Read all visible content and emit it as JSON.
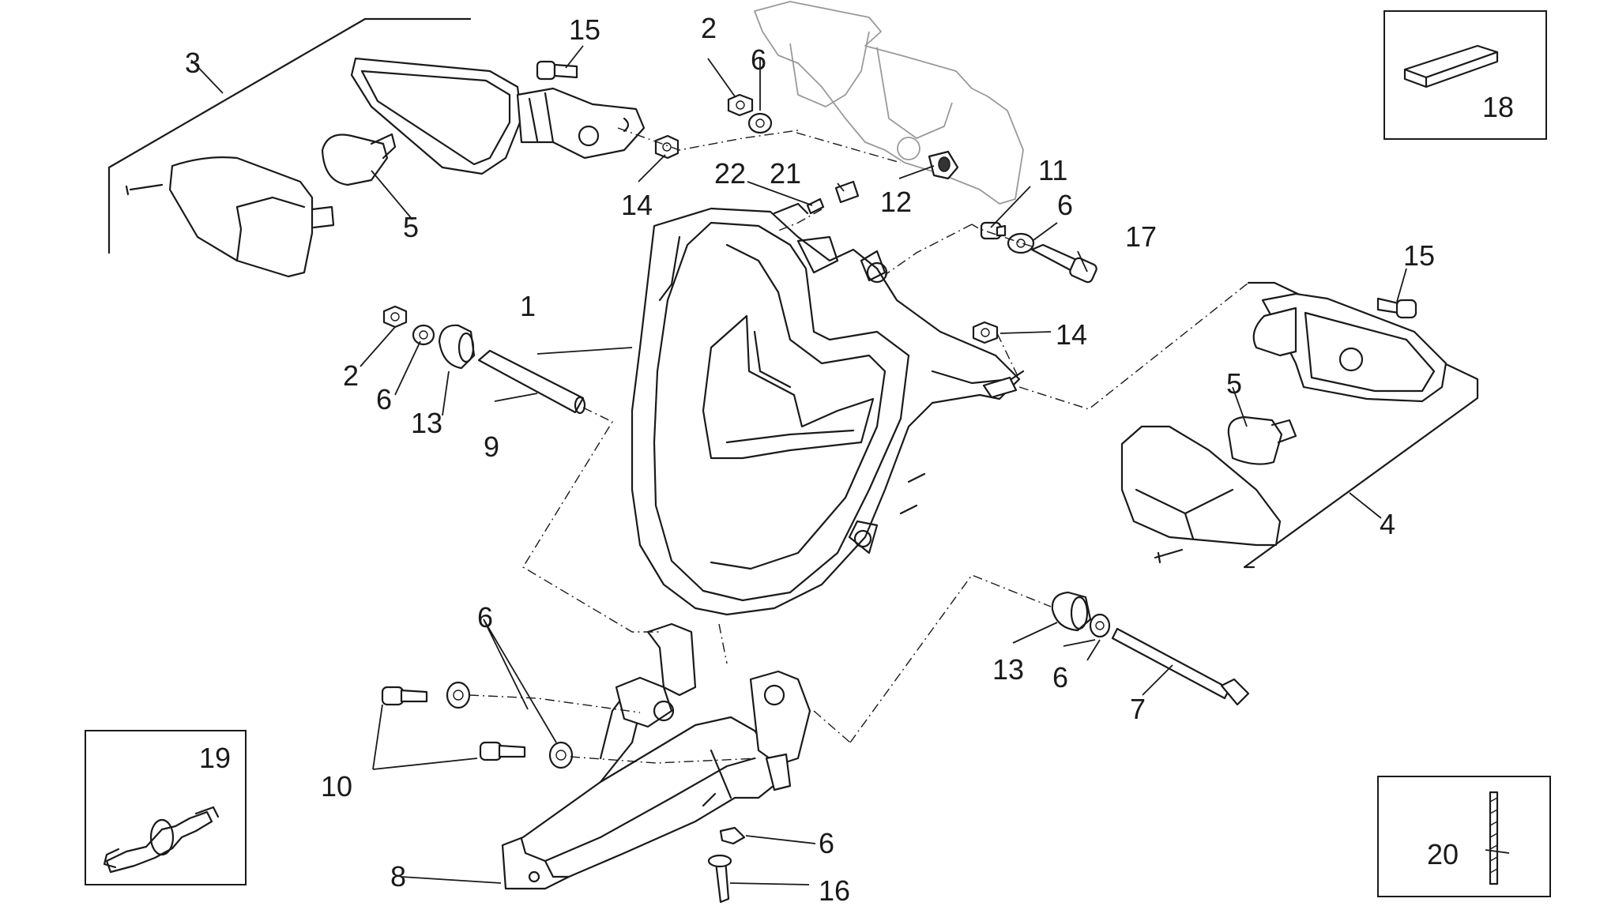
{
  "diagram": {
    "callouts": [
      {
        "id": "c1",
        "label": "1"
      },
      {
        "id": "c2a",
        "label": "2"
      },
      {
        "id": "c2b",
        "label": "2"
      },
      {
        "id": "c3",
        "label": "3"
      },
      {
        "id": "c4",
        "label": "4"
      },
      {
        "id": "c5a",
        "label": "5"
      },
      {
        "id": "c5b",
        "label": "5"
      },
      {
        "id": "c6a",
        "label": "6"
      },
      {
        "id": "c6b",
        "label": "6"
      },
      {
        "id": "c6c",
        "label": "6"
      },
      {
        "id": "c6d",
        "label": "6"
      },
      {
        "id": "c6e",
        "label": "6"
      },
      {
        "id": "c6f",
        "label": "6"
      },
      {
        "id": "c7",
        "label": "7"
      },
      {
        "id": "c8",
        "label": "8"
      },
      {
        "id": "c9",
        "label": "9"
      },
      {
        "id": "c10",
        "label": "10"
      },
      {
        "id": "c11",
        "label": "11"
      },
      {
        "id": "c12",
        "label": "12"
      },
      {
        "id": "c13a",
        "label": "13"
      },
      {
        "id": "c13b",
        "label": "13"
      },
      {
        "id": "c14a",
        "label": "14"
      },
      {
        "id": "c14b",
        "label": "14"
      },
      {
        "id": "c15a",
        "label": "15"
      },
      {
        "id": "c15b",
        "label": "15"
      },
      {
        "id": "c16",
        "label": "16"
      },
      {
        "id": "c17",
        "label": "17"
      },
      {
        "id": "c18",
        "label": "18"
      },
      {
        "id": "c19",
        "label": "19"
      },
      {
        "id": "c20",
        "label": "20"
      },
      {
        "id": "c21",
        "label": "21"
      },
      {
        "id": "c22",
        "label": "22"
      }
    ]
  }
}
